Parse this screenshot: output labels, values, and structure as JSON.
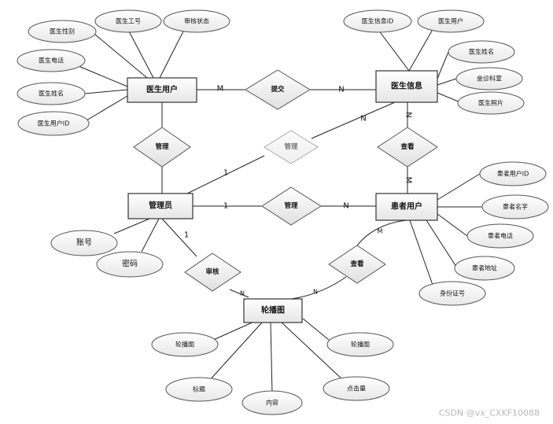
{
  "entities": [
    {
      "id": "doctor_user",
      "label": "医生用户"
    },
    {
      "id": "doctor_info",
      "label": "医生信息"
    },
    {
      "id": "admin",
      "label": "管理员"
    },
    {
      "id": "patient",
      "label": "患者用户"
    },
    {
      "id": "carousel",
      "label": "轮播图"
    }
  ],
  "attributes": {
    "doctor_user": [
      "医生性别",
      "医生工号",
      "审核状态",
      "医生电话",
      "医生姓名",
      "医生用户ID"
    ],
    "doctor_info": [
      "医生信息ID",
      "医生用户",
      "医生姓名",
      "坐诊科室",
      "医生照片"
    ],
    "admin": [
      "账号",
      "密码"
    ],
    "patient": [
      "患者用户ID",
      "患者名字",
      "患者电话",
      "患者地址",
      "身份证号"
    ],
    "carousel": [
      "轮播图",
      "轮播图",
      "标题",
      "内容",
      "点击量"
    ]
  },
  "relationships": [
    {
      "id": "submit",
      "label": "提交"
    },
    {
      "id": "manage_doctor",
      "label": "管理"
    },
    {
      "id": "manage_info",
      "label": "管理"
    },
    {
      "id": "view_info",
      "label": "查看"
    },
    {
      "id": "manage_patient",
      "label": "管理"
    },
    {
      "id": "review",
      "label": "审核"
    },
    {
      "id": "view_carousel",
      "label": "查看"
    }
  ],
  "cardinalities": {
    "submit_left": "M",
    "submit_right": "N",
    "view_info_top": "N",
    "view_info_bottom": "M",
    "manage_info_admin": "1",
    "manage_info_target": "N",
    "manage_patient_admin": "1",
    "manage_patient_target": "N",
    "review_admin": "1",
    "review_carousel": "N",
    "view_carousel_patient": "M",
    "view_carousel_carousel": "N"
  },
  "watermark": "CSDN @vx_CXKF10088"
}
